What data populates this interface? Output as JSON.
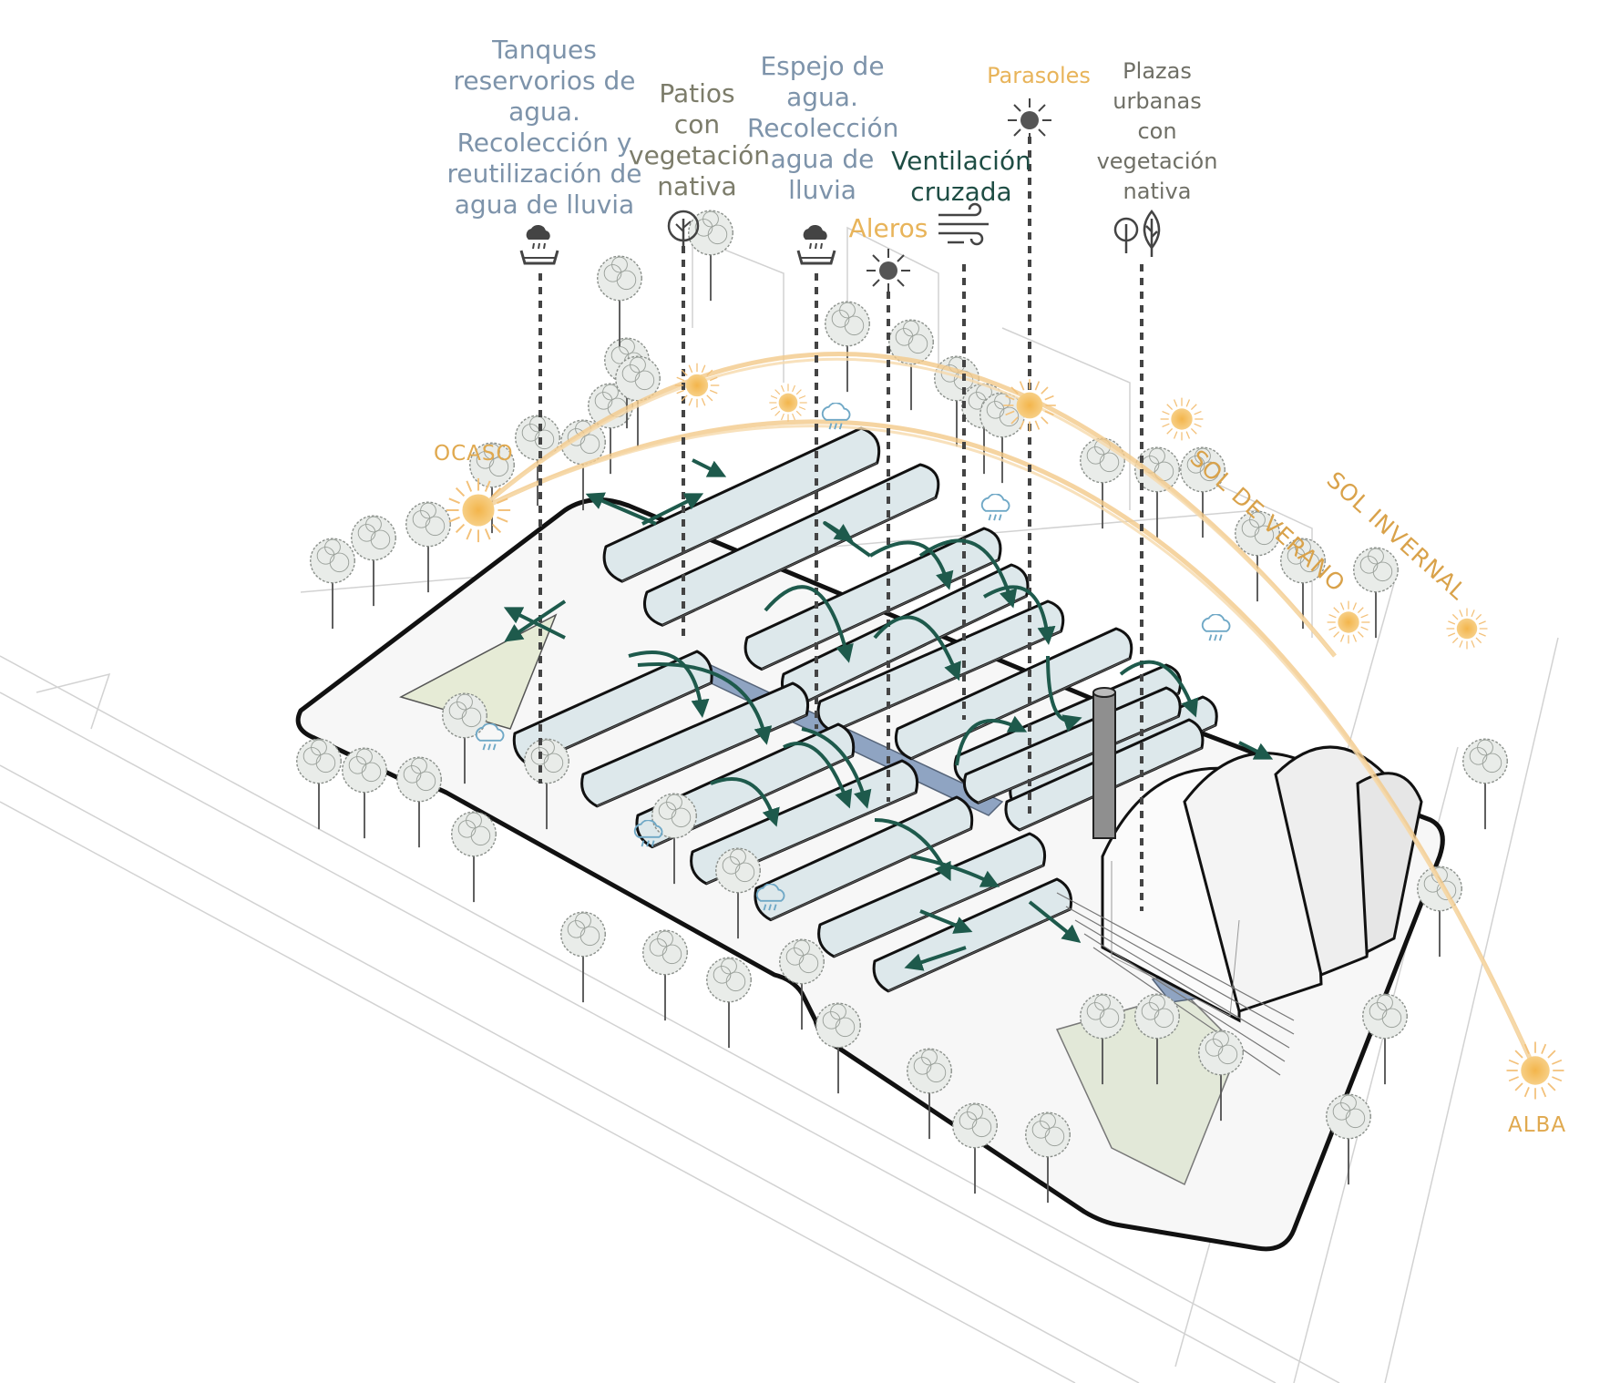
{
  "labels": {
    "tanques": "Tanques\nreservorios de\nagua.\nRecolección y\nreutilización de\nagua de lluvia",
    "patios": "Patios\ncon\nvegetación\nnativa",
    "espejo": "Espejo de\nagua.\nRecolección\nagua de\nlluvia",
    "ventilacion": "Ventilación\ncruzada",
    "aleros": "Aleros",
    "parasoles": "Parasoles",
    "plazas": "Plazas\nurbanas\ncon\nvegetación\nnativa"
  },
  "sun_path": {
    "ocaso": "OCASO",
    "alba": "ALBA",
    "sol_verano": "SOL DE VERANO",
    "sol_invernal": "SOL INVERNAL"
  },
  "icons": {
    "rain_tank": "rain-tank-icon",
    "tree": "tree-icon",
    "sun": "sun-icon",
    "wind": "wind-icon",
    "trees": "trees-icon",
    "rain_cloud": "rain-cloud-icon"
  },
  "colors": {
    "sun": "#f0b95a",
    "arc": "#f3c98a",
    "arrow": "#1e5a4c",
    "roof": "#dde8eb",
    "water": "#8fa4c2",
    "rain_icon": "#6fa8c6"
  }
}
